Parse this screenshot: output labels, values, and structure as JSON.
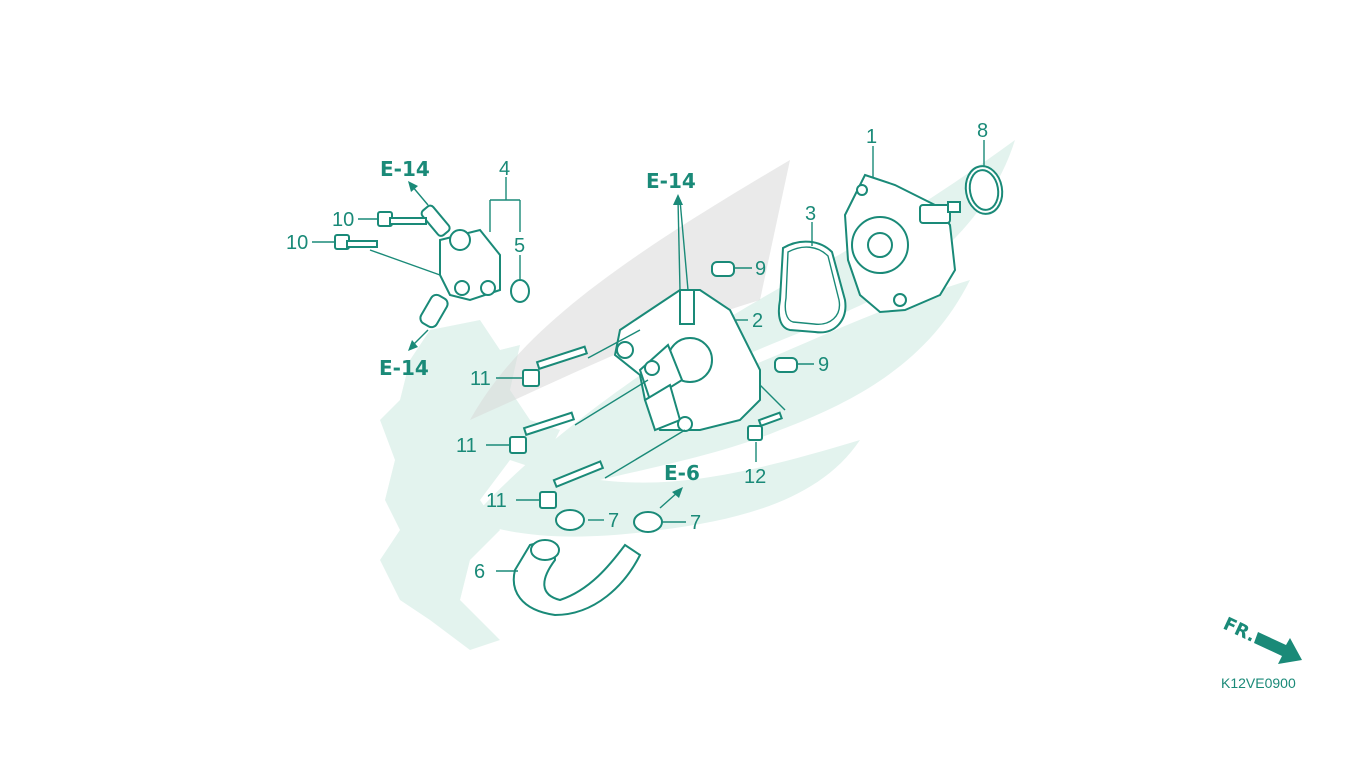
{
  "diagram": {
    "code": "K12VE0900",
    "front_label": "FR.",
    "callouts": {
      "c1": "1",
      "c2": "2",
      "c3": "3",
      "c4": "4",
      "c5": "5",
      "c6": "6",
      "c7a": "7",
      "c7b": "7",
      "c8": "8",
      "c9a": "9",
      "c9b": "9",
      "c10a": "10",
      "c10b": "10",
      "c11a": "11",
      "c11b": "11",
      "c11c": "11",
      "c12": "12"
    },
    "refs": {
      "r1": "E-14",
      "r2": "E-14",
      "r3": "E-14",
      "r4": "E-6"
    },
    "colors": {
      "line": "#1a8a78",
      "watermark": "#e3f3ee"
    }
  }
}
